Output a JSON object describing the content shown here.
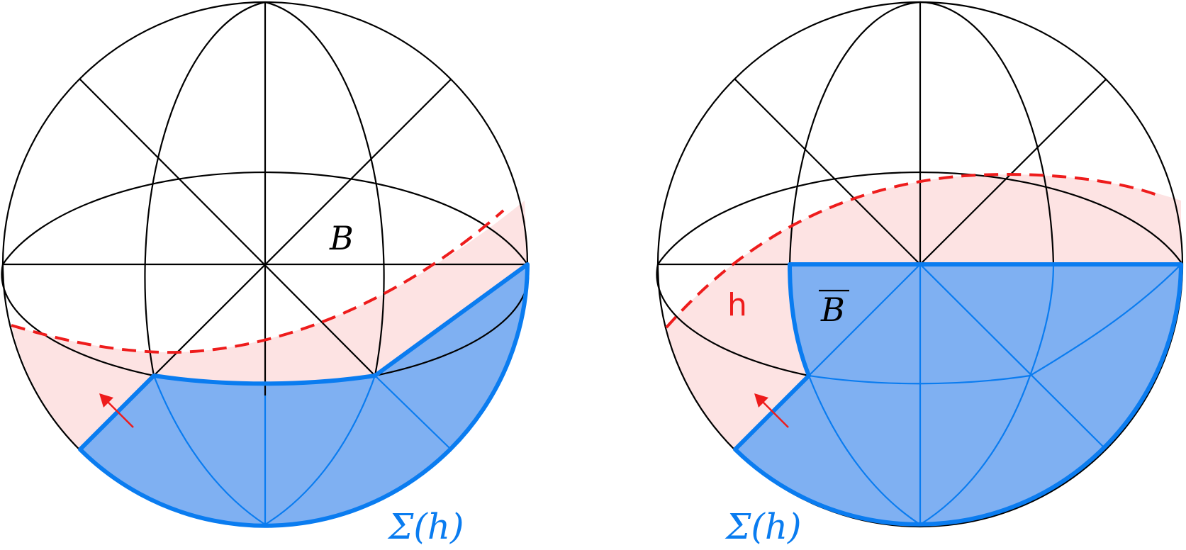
{
  "colors": {
    "outline": "#000000",
    "sigma_fill": "#7fb0f2",
    "sigma_stroke": "#0a7cf0",
    "halfspace_fill": "#fde3e3",
    "halfspace_boundary": "#ee1c1c",
    "arrow": "#ee1c1c",
    "background": "#ffffff"
  },
  "left_panel": {
    "chamber_label": "B",
    "sigma_label": "Σ(h)"
  },
  "right_panel": {
    "chamber_label": "B",
    "hyperplane_label": "h",
    "sigma_label": "Σ(h)"
  }
}
